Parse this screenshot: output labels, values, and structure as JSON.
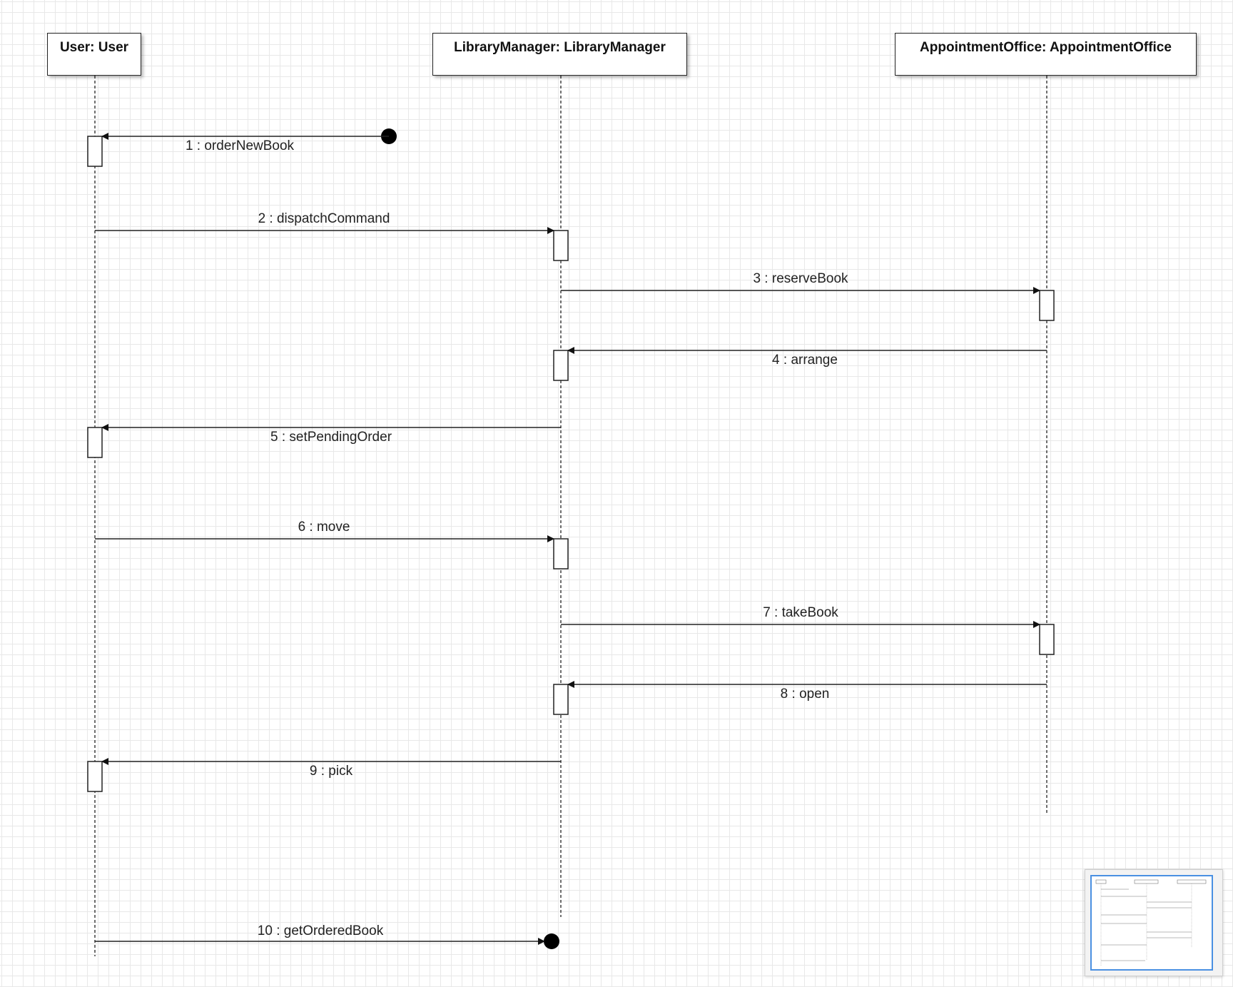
{
  "diagram": {
    "lifelines": [
      {
        "id": "user",
        "label": "User: User"
      },
      {
        "id": "manager",
        "label": "LibraryManager: LibraryManager"
      },
      {
        "id": "office",
        "label": "AppointmentOffice: AppointmentOffice"
      }
    ],
    "messages": [
      {
        "label": "1 : orderNewBook",
        "from": "found",
        "to": "user"
      },
      {
        "label": "2 : dispatchCommand",
        "from": "user",
        "to": "manager"
      },
      {
        "label": "3 : reserveBook",
        "from": "manager",
        "to": "office"
      },
      {
        "label": "4 : arrange",
        "from": "office",
        "to": "manager"
      },
      {
        "label": "5 : setPendingOrder",
        "from": "manager",
        "to": "user"
      },
      {
        "label": "6 : move",
        "from": "user",
        "to": "manager"
      },
      {
        "label": "7 : takeBook",
        "from": "manager",
        "to": "office"
      },
      {
        "label": "8 : open",
        "from": "office",
        "to": "manager"
      },
      {
        "label": "9 : pick",
        "from": "manager",
        "to": "user"
      },
      {
        "label": "10 : getOrderedBook",
        "from": "user",
        "to": "lost"
      }
    ]
  },
  "colors": {
    "line": "#222222",
    "grid": "#e8e8e8",
    "minimap_viewport": "#4a90e2"
  }
}
